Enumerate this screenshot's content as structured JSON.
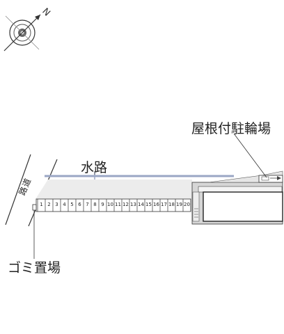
{
  "labels": {
    "roof_bike_parking": "屋根付駐輪場",
    "waterway": "水路",
    "road_char1": "道",
    "road_char2": "路",
    "garbage": "ゴミ置場"
  },
  "compass": {
    "north_letter": "N"
  },
  "parking": {
    "slots": [
      "1",
      "2",
      "3",
      "4",
      "5",
      "6",
      "7",
      "8",
      "9",
      "10",
      "11",
      "12",
      "13",
      "14",
      "15",
      "16",
      "17",
      "18",
      "19",
      "20"
    ]
  },
  "colors": {
    "waterway_line": "#9aa6c4",
    "building_fill": "#d6d6d6",
    "lot_fill": "#ececec",
    "line": "#333333"
  }
}
